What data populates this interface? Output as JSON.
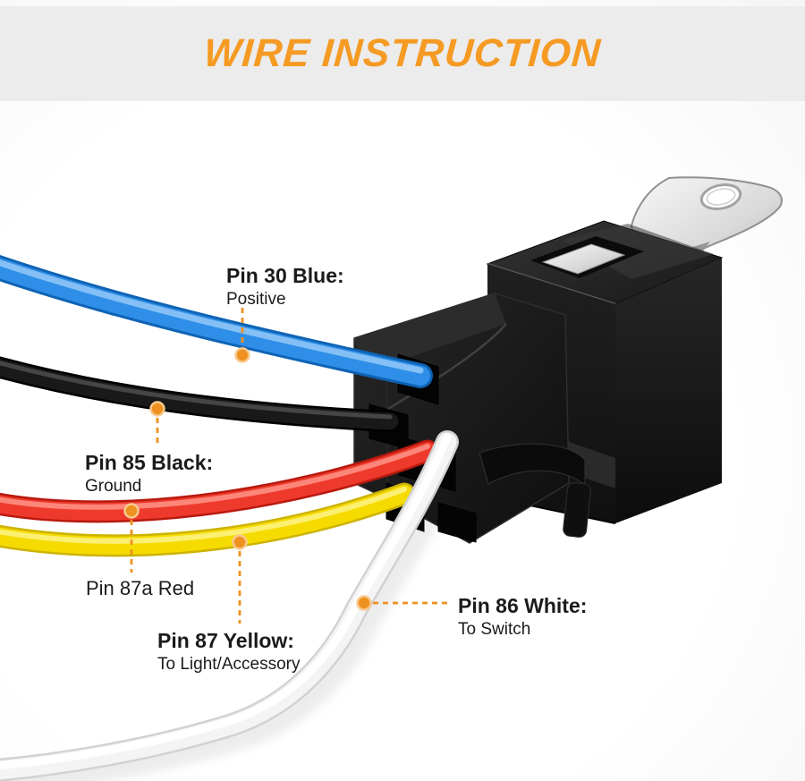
{
  "title": "WIRE INSTRUCTION",
  "colors": {
    "title_text": "#F59A23",
    "title_band": "#ECECEC",
    "accent": "#EF9120",
    "wire_blue": "#2F8FE8",
    "wire_black": "#191919",
    "wire_red": "#EE3A2C",
    "wire_yellow": "#F5DB00",
    "wire_white": "#F4F4F4",
    "label_text": "#1B1B1B"
  },
  "wires": [
    {
      "id": "blue",
      "pin": "Pin 30 Blue:",
      "function": "Positive"
    },
    {
      "id": "black",
      "pin": "Pin 85 Black:",
      "function": "Ground"
    },
    {
      "id": "red",
      "pin": "Pin 87a Red",
      "function": ""
    },
    {
      "id": "yellow",
      "pin": "Pin 87 Yellow:",
      "function": "To Light/Accessory"
    },
    {
      "id": "white",
      "pin": "Pin 86 White:",
      "function": "To Switch"
    }
  ]
}
